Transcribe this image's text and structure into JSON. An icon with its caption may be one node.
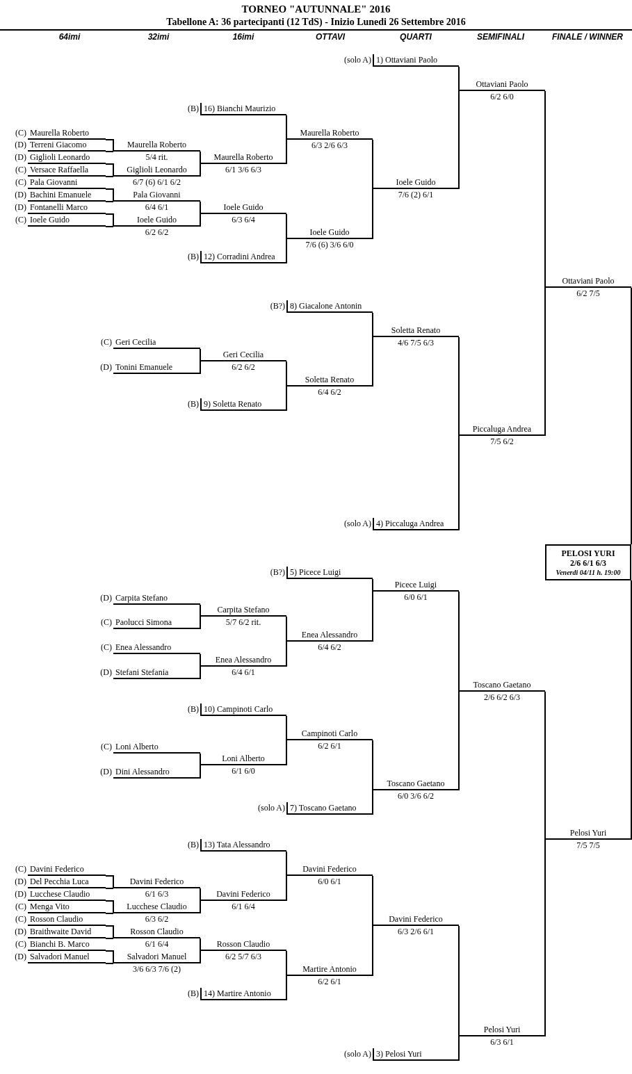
{
  "diagram": {
    "title": "TORNEO \"AUTUNNALE\" 2016",
    "nodes": [
      {
        "text": [
          "1) Ottaviani Paolo"
        ],
        "beside": [
          "(solo A)"
        ]
      },
      {
        "text": [
          "Ottaviani Paolo",
          "6/2 6/0"
        ]
      },
      {
        "text": [
          "16) Bianchi Maurizio"
        ],
        "beside": [
          "(B)"
        ]
      },
      {
        "text": [
          "Maurella Roberto",
          "6/3 2/6 6/3"
        ]
      },
      {
        "text": [
          "Maurella Roberto"
        ],
        "beside": [
          "(C)"
        ]
      },
      {
        "text": [
          "Terreni Giacomo"
        ],
        "beside": [
          "(D)"
        ]
      },
      {
        "text": [
          "Maurella Roberto",
          "5/4 rit."
        ]
      },
      {
        "text": [
          "Giglioli Leonardo"
        ],
        "beside": [
          "(D)"
        ]
      },
      {
        "text": [
          "Maurella Roberto",
          "6/1 3/6 6/3"
        ]
      },
      {
        "text": [
          "Versace Raffaella"
        ],
        "beside": [
          "(C)"
        ]
      },
      {
        "text": [
          "Giglioli Leonardo",
          "6/7 (6) 6/1 6/2"
        ]
      },
      {
        "text": [
          "Ioele Guido",
          "7/6 (2) 6/1"
        ]
      },
      {
        "text": [
          "Pala Giovanni"
        ],
        "beside": [
          "(C)"
        ]
      },
      {
        "text": [
          "Bachini Emanuele"
        ],
        "beside": [
          "(D)"
        ]
      },
      {
        "text": [
          "Pala Giovanni",
          "6/4 6/1"
        ]
      },
      {
        "text": [
          "Fontanelli Marco"
        ],
        "beside": [
          "(D)"
        ]
      },
      {
        "text": [
          "Ioele Guido",
          "6/3 6/4"
        ]
      },
      {
        "text": [
          "Ioele Guido"
        ],
        "beside": [
          "(C)"
        ]
      },
      {
        "text": [
          "Ioele Guido",
          "6/2 6/2"
        ]
      },
      {
        "text": [
          "Ioele Guido",
          "7/6 (6) 3/6 6/0"
        ]
      },
      {
        "text": [
          "12) Corradini Andrea"
        ],
        "beside": [
          "(B)"
        ]
      },
      {
        "text": [
          "Ottaviani Paolo",
          "6/2 7/5"
        ]
      },
      {
        "text": [
          "8) Giacalone Antonin"
        ],
        "beside": [
          "(B?)"
        ]
      },
      {
        "text": [
          "Soletta Renato",
          "4/6 7/5 6/3"
        ]
      },
      {
        "text": [
          "Geri Cecilia"
        ],
        "beside": [
          "(C)"
        ]
      },
      {
        "text": [
          "Geri Cecilia",
          "6/2 6/2"
        ]
      },
      {
        "text": [
          "Tonini Emanuele"
        ],
        "beside": [
          "(D)"
        ]
      },
      {
        "text": [
          "Soletta Renato",
          "6/4 6/2"
        ]
      },
      {
        "text": [
          "9) Soletta Renato"
        ],
        "beside": [
          "(B)"
        ]
      },
      {
        "text": [
          "Piccaluga Andrea",
          "7/5 6/2"
        ]
      },
      {
        "text": [
          "4) Piccaluga Andrea"
        ],
        "beside": [
          "(solo A)"
        ]
      },
      {
        "text": [
          "PELOSI YURI",
          "2/6 6/1 6/3",
          "Venerdi 04/11 h. 19:00"
        ]
      },
      {
        "text": [
          "5) Picece Luigi"
        ],
        "beside": [
          "(B?)"
        ]
      },
      {
        "text": [
          "Picece Luigi",
          "6/0 6/1"
        ]
      },
      {
        "text": [
          "Carpita Stefano"
        ],
        "beside": [
          "(D)"
        ]
      },
      {
        "text": [
          "Carpita Stefano",
          "5/7 6/2 rit."
        ]
      },
      {
        "text": [
          "Paolucci Simona"
        ],
        "beside": [
          "(C)"
        ]
      },
      {
        "text": [
          "Enea Alessandro",
          "6/4 6/2"
        ]
      },
      {
        "text": [
          "Enea Alessandro"
        ],
        "beside": [
          "(C)"
        ]
      },
      {
        "text": [
          "Enea Alessandro",
          "6/4 6/1"
        ]
      },
      {
        "text": [
          "Stefani Stefania"
        ],
        "beside": [
          "(D)"
        ]
      },
      {
        "text": [
          "Toscano Gaetano",
          "2/6 6/2 6/3"
        ]
      },
      {
        "text": [
          "10) Campinoti Carlo"
        ],
        "beside": [
          "(B)"
        ]
      },
      {
        "text": [
          "Campinoti Carlo",
          "6/2 6/1"
        ]
      },
      {
        "text": [
          "Loni Alberto"
        ],
        "beside": [
          "(C)"
        ]
      },
      {
        "text": [
          "Loni Alberto",
          "6/1 6/0"
        ]
      },
      {
        "text": [
          "Dini Alessandro"
        ],
        "beside": [
          "(D)"
        ]
      },
      {
        "text": [
          "Toscano Gaetano",
          "6/0 3/6 6/2"
        ]
      },
      {
        "text": [
          "7) Toscano Gaetano"
        ],
        "beside": [
          "(solo A)"
        ]
      },
      {
        "text": [
          "Pelosi Yuri",
          "7/5 7/5"
        ]
      },
      {
        "text": [
          "13) Tata Alessandro"
        ],
        "beside": [
          "(B)"
        ]
      },
      {
        "text": [
          "Davini Federico",
          "6/0 6/1"
        ]
      },
      {
        "text": [
          "Davini Federico"
        ],
        "beside": [
          "(C)"
        ]
      },
      {
        "text": [
          "Del Pecchia Luca"
        ],
        "beside": [
          "(D)"
        ]
      },
      {
        "text": [
          "Davini Federico",
          "6/1 6/3"
        ]
      },
      {
        "text": [
          "Lucchese Claudio"
        ],
        "beside": [
          "(D)"
        ]
      },
      {
        "text": [
          "Davini Federico",
          "6/1 6/4"
        ]
      },
      {
        "text": [
          "Menga Vito"
        ],
        "beside": [
          "(C)"
        ]
      },
      {
        "text": [
          "Lucchese Claudio",
          "6/3 6/2"
        ]
      },
      {
        "text": [
          "Davini Federico",
          "6/3 2/6 6/1"
        ]
      },
      {
        "text": [
          "Rosson Claudio"
        ],
        "beside": [
          "(C)"
        ]
      },
      {
        "text": [
          "Braithwaite David"
        ],
        "beside": [
          "(D)"
        ]
      },
      {
        "text": [
          "Rosson Claudio",
          "6/1 6/4"
        ]
      },
      {
        "text": [
          "Bianchi B. Marco"
        ],
        "beside": [
          "(C)"
        ]
      },
      {
        "text": [
          "Rosson Claudio",
          "6/2 5/7 6/3"
        ]
      },
      {
        "text": [
          "Salvadori Manuel"
        ],
        "beside": [
          "(D)"
        ]
      },
      {
        "text": [
          "Salvadori Manuel",
          "3/6 6/3 7/6 (2)"
        ]
      },
      {
        "text": [
          "Martire Antonio",
          "6/2 6/1"
        ]
      },
      {
        "text": [
          "14) Martire Antonio"
        ],
        "beside": [
          "(B)"
        ]
      },
      {
        "text": [
          "Pelosi Yuri",
          "6/3 6/1"
        ]
      },
      {
        "text": [
          "3) Pelosi Yuri"
        ],
        "beside": [
          "(solo A)"
        ]
      }
    ],
    "edges": [
      {
        "from": 0,
        "to": 1,
        "arrow": "none"
      },
      {
        "from": 11,
        "to": 1,
        "arrow": "none"
      },
      {
        "from": 1,
        "to": 21,
        "arrow": "none"
      },
      {
        "from": 29,
        "to": 21,
        "arrow": "none"
      },
      {
        "from": 21,
        "to": 31,
        "arrow": "none"
      },
      {
        "from": 49,
        "to": 31,
        "arrow": "none"
      },
      {
        "from": 2,
        "to": 3,
        "arrow": "none"
      },
      {
        "from": 8,
        "to": 3,
        "arrow": "none"
      },
      {
        "from": 3,
        "to": 11,
        "arrow": "none"
      },
      {
        "from": 19,
        "to": 11,
        "arrow": "none"
      },
      {
        "from": 4,
        "to": 6,
        "arrow": "none"
      },
      {
        "from": 5,
        "to": 6,
        "arrow": "none"
      },
      {
        "from": 7,
        "to": 10,
        "arrow": "none"
      },
      {
        "from": 9,
        "to": 10,
        "arrow": "none"
      },
      {
        "from": 6,
        "to": 8,
        "arrow": "none"
      },
      {
        "from": 10,
        "to": 8,
        "arrow": "none"
      },
      {
        "from": 12,
        "to": 14,
        "arrow": "none"
      },
      {
        "from": 13,
        "to": 14,
        "arrow": "none"
      },
      {
        "from": 15,
        "to": 18,
        "arrow": "none"
      },
      {
        "from": 17,
        "to": 18,
        "arrow": "none"
      },
      {
        "from": 14,
        "to": 16,
        "arrow": "none"
      },
      {
        "from": 18,
        "to": 16,
        "arrow": "none"
      },
      {
        "from": 16,
        "to": 19,
        "arrow": "none"
      },
      {
        "from": 20,
        "to": 19,
        "arrow": "none"
      },
      {
        "from": 22,
        "to": 23,
        "arrow": "none"
      },
      {
        "from": 27,
        "to": 23,
        "arrow": "none"
      },
      {
        "from": 23,
        "to": 29,
        "arrow": "none"
      },
      {
        "from": 30,
        "to": 29,
        "arrow": "none"
      },
      {
        "from": 24,
        "to": 25,
        "arrow": "none"
      },
      {
        "from": 26,
        "to": 25,
        "arrow": "none"
      },
      {
        "from": 25,
        "to": 27,
        "arrow": "none"
      },
      {
        "from": 28,
        "to": 27,
        "arrow": "none"
      },
      {
        "from": 32,
        "to": 33,
        "arrow": "none"
      },
      {
        "from": 37,
        "to": 33,
        "arrow": "none"
      },
      {
        "from": 34,
        "to": 35,
        "arrow": "none"
      },
      {
        "from": 36,
        "to": 35,
        "arrow": "none"
      },
      {
        "from": 38,
        "to": 39,
        "arrow": "none"
      },
      {
        "from": 40,
        "to": 39,
        "arrow": "none"
      },
      {
        "from": 35,
        "to": 37,
        "arrow": "none"
      },
      {
        "from": 39,
        "to": 37,
        "arrow": "none"
      },
      {
        "from": 33,
        "to": 41,
        "arrow": "none"
      },
      {
        "from": 47,
        "to": 41,
        "arrow": "none"
      },
      {
        "from": 41,
        "to": 49,
        "arrow": "none"
      },
      {
        "from": 69,
        "to": 49,
        "arrow": "none"
      },
      {
        "from": 42,
        "to": 43,
        "arrow": "none"
      },
      {
        "from": 45,
        "to": 43,
        "arrow": "none"
      },
      {
        "from": 44,
        "to": 45,
        "arrow": "none"
      },
      {
        "from": 46,
        "to": 45,
        "arrow": "none"
      },
      {
        "from": 43,
        "to": 47,
        "arrow": "none"
      },
      {
        "from": 48,
        "to": 47,
        "arrow": "none"
      },
      {
        "from": 50,
        "to": 51,
        "arrow": "none"
      },
      {
        "from": 56,
        "to": 51,
        "arrow": "none"
      },
      {
        "from": 52,
        "to": 54,
        "arrow": "none"
      },
      {
        "from": 53,
        "to": 54,
        "arrow": "none"
      },
      {
        "from": 55,
        "to": 58,
        "arrow": "none"
      },
      {
        "from": 57,
        "to": 58,
        "arrow": "none"
      },
      {
        "from": 54,
        "to": 56,
        "arrow": "none"
      },
      {
        "from": 58,
        "to": 56,
        "arrow": "none"
      },
      {
        "from": 60,
        "to": 62,
        "arrow": "none"
      },
      {
        "from": 61,
        "to": 62,
        "arrow": "none"
      },
      {
        "from": 63,
        "to": 66,
        "arrow": "none"
      },
      {
        "from": 65,
        "to": 66,
        "arrow": "none"
      },
      {
        "from": 62,
        "to": 64,
        "arrow": "none"
      },
      {
        "from": 66,
        "to": 64,
        "arrow": "none"
      },
      {
        "from": 64,
        "to": 67,
        "arrow": "none"
      },
      {
        "from": 68,
        "to": 67,
        "arrow": "none"
      },
      {
        "from": 51,
        "to": 59,
        "arrow": "none"
      },
      {
        "from": 67,
        "to": 59,
        "arrow": "none"
      },
      {
        "from": 59,
        "to": 69,
        "arrow": "none"
      },
      {
        "from": 70,
        "to": 69,
        "arrow": "none"
      }
    ],
    "labels": [
      "Tabellone A: 36 partecipanti (12 TdS) - Inizio Lunedi 26 Settembre 2016",
      "64imi",
      "32imi",
      "16imi",
      "OTTAVI",
      "QUARTI",
      "SEMIFINALI",
      "FINALE / WINNER"
    ]
  }
}
